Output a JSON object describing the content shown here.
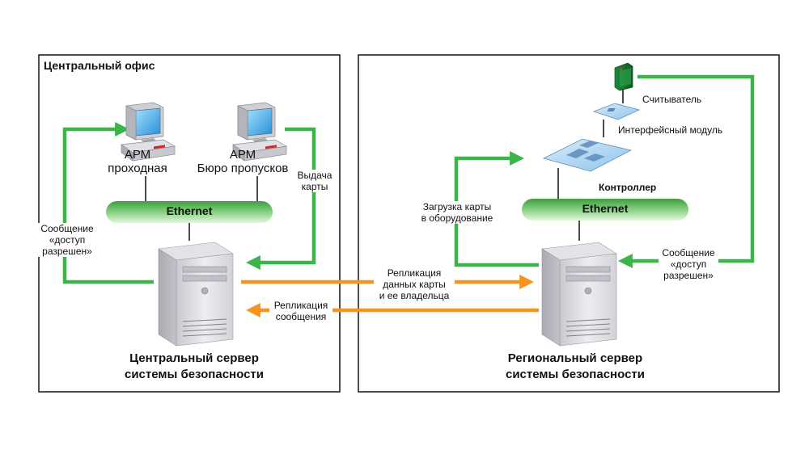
{
  "central_office": {
    "title": "Центральный офис",
    "arm_checkpoint": [
      "АРМ",
      "проходная"
    ],
    "arm_pass_office": [
      "АРМ",
      "Бюро пропусков"
    ],
    "ethernet": "Ethernet",
    "card_issue": [
      "Выдача",
      "карты"
    ],
    "access_message": [
      "Сообщение",
      "«доступ",
      "разрешен»"
    ],
    "server_title": [
      "Центральный сервер",
      "системы безопасности"
    ]
  },
  "regional_office": {
    "reader": "Считыватель",
    "interface_module": "Интерфейсный модуль",
    "controller": "Контроллер",
    "ethernet": "Ethernet",
    "card_load": [
      "Загрузка карты",
      "в оборудование"
    ],
    "access_message": [
      "Сообщение",
      "«доступ",
      "разрешен»"
    ],
    "server_title": [
      "Региональный сервер",
      "системы безопасности"
    ]
  },
  "links": {
    "card_replication": [
      "Репликация",
      "данных карты",
      "и ее владельца"
    ],
    "message_replication": [
      "Репликация",
      "сообщения"
    ]
  },
  "colors": {
    "green_arrow": "#3cb44a",
    "orange_arrow": "#f7941d",
    "ethernet_dark": "#3e9e3e",
    "ethernet_light": "#c5ecc0"
  }
}
